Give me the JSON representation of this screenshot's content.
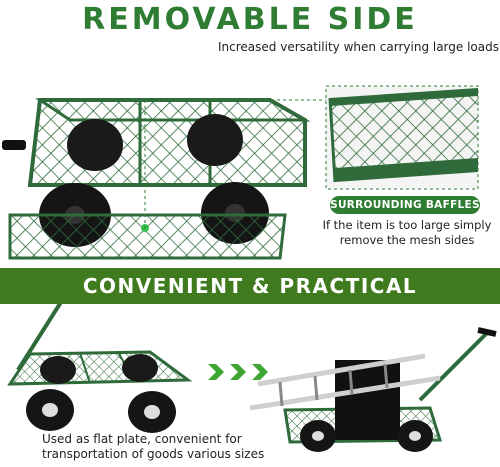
{
  "header": {
    "title": "REMOVABLE SIDE",
    "subtitle": "Increased versatility when carrying large loads"
  },
  "callout": {
    "badge": "SURROUNDING BAFFLES",
    "note": "If the item is too large simply remove the mesh sides"
  },
  "banner": {
    "title": "CONVENIENT & PRACTICAL"
  },
  "footer": {
    "caption": "Used as flat plate, convenient for transportation of goods various sizes"
  },
  "colors": {
    "brand_green": "#2e7d32",
    "frame_green": "#2f6b3a",
    "band_green": "#3f7a1f"
  }
}
